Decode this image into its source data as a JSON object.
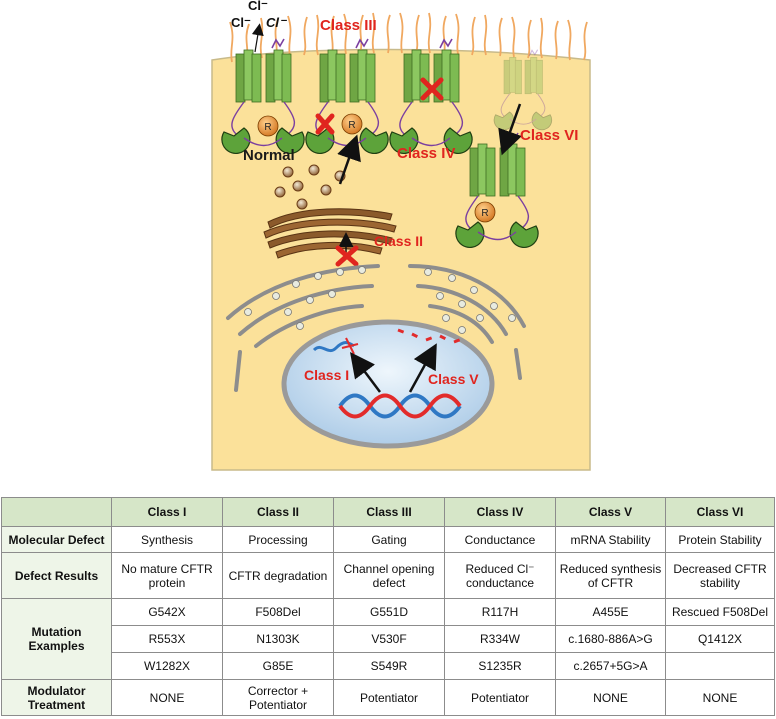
{
  "diagram": {
    "labels": {
      "class_i": "Class I",
      "class_ii": "Class II",
      "class_iii": "Class III",
      "class_iv": "Class IV",
      "class_v": "Class V",
      "class_vi": "Class VI",
      "normal": "Normal",
      "r_domain": "R",
      "chloride": "Cl⁻"
    },
    "colors": {
      "cell_fill": "#fbe19a",
      "cell_border": "#c8ba8a",
      "class_label": "#e0251f",
      "channel_green": "#7dbb52",
      "r_orange": "#e08a34",
      "golgi_brown": "#8b5a2b",
      "nucleus_blue": "#c9dff2",
      "dna_red": "#e22b2b",
      "dna_blue": "#2f78c4",
      "microvilli": "#f0a860"
    }
  },
  "table": {
    "columns": [
      "",
      "Class I",
      "Class II",
      "Class III",
      "Class IV",
      "Class V",
      "Class VI"
    ],
    "rows": {
      "molecular_defect": {
        "label": "Molecular Defect",
        "cells": [
          "Synthesis",
          "Processing",
          "Gating",
          "Conductance",
          "mRNA  Stability",
          "Protein Stability"
        ]
      },
      "defect_results": {
        "label": "Defect Results",
        "cells": [
          "No mature CFTR protein",
          "CFTR degradation",
          "Channel opening defect",
          "Reduced Cl⁻ conductance",
          "Reduced synthesis of CFTR",
          "Decreased CFTR stability"
        ]
      },
      "mutation_examples": {
        "label": "Mutation Examples",
        "rows": [
          [
            "G542X",
            "F508Del",
            "G551D",
            "R117H",
            "A455E",
            "Rescued F508Del"
          ],
          [
            "R553X",
            "N1303K",
            "V530F",
            "R334W",
            "c.1680-886A>G",
            "Q1412X"
          ],
          [
            "W1282X",
            "G85E",
            "S549R",
            "S1235R",
            "c.2657+5G>A",
            ""
          ]
        ]
      },
      "modulator_treatment": {
        "label": "Modulator Treatment",
        "cells": [
          "NONE",
          "Corrector + Potentiator",
          "Potentiator",
          "Potentiator",
          "NONE",
          "NONE"
        ]
      }
    }
  }
}
